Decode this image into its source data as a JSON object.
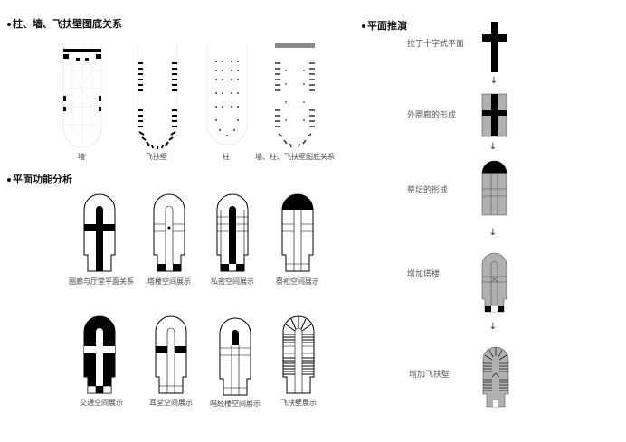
{
  "sections": {
    "figure_ground": {
      "title": "柱、墙、飞扶壁图底关系",
      "captions": [
        "墙",
        "飞扶壁",
        "柱",
        "墙、柱、飞扶壁图底关系"
      ]
    },
    "function": {
      "title": "平面功能分析",
      "captions": [
        "圈廊与厅堂平面关系",
        "塔楼空间展示",
        "私密空间展示",
        "祭祀空间展示",
        "交通空间展示",
        "耳堂空间展示",
        "唱经楼空间展示",
        "飞扶壁展示"
      ]
    },
    "evolution": {
      "title": "平面推演",
      "steps": [
        "拉丁十字式平面",
        "外圈廊的形成",
        "祭坛的形成",
        "增加塔楼",
        "增加飞扶壁"
      ],
      "arrow": "↓"
    }
  },
  "colors": {
    "fill_dark": "#000000",
    "fill_gray": "#b0b0b0",
    "grid": "#dddddd"
  }
}
